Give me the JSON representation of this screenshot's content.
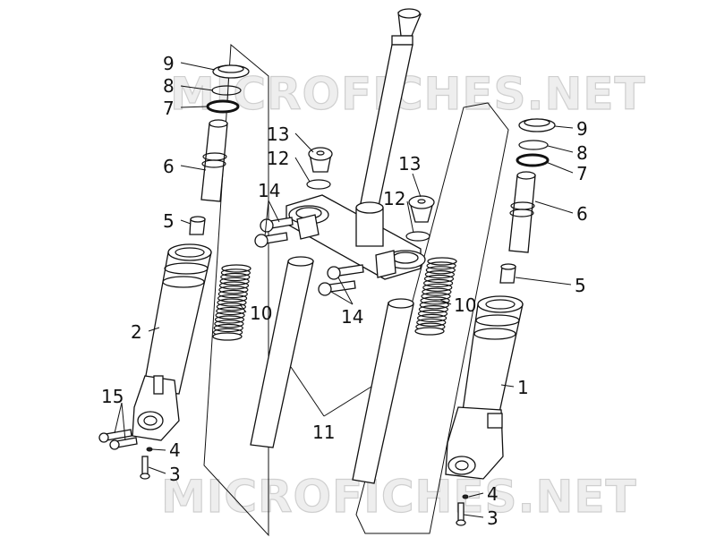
{
  "watermark": "MICROFICHES.NET",
  "callouts": [
    {
      "key": "c9l",
      "label": "9"
    },
    {
      "key": "c8l",
      "label": "8"
    },
    {
      "key": "c7l",
      "label": "7"
    },
    {
      "key": "c6l",
      "label": "6"
    },
    {
      "key": "c5l",
      "label": "5"
    },
    {
      "key": "c2",
      "label": "2"
    },
    {
      "key": "c15",
      "label": "15"
    },
    {
      "key": "c4l",
      "label": "4"
    },
    {
      "key": "c3l",
      "label": "3"
    },
    {
      "key": "c13a",
      "label": "13"
    },
    {
      "key": "c12a",
      "label": "12"
    },
    {
      "key": "c14a",
      "label": "14"
    },
    {
      "key": "c10l",
      "label": "10"
    },
    {
      "key": "c11",
      "label": "11"
    },
    {
      "key": "c13b",
      "label": "13"
    },
    {
      "key": "c12b",
      "label": "12"
    },
    {
      "key": "c14b",
      "label": "14"
    },
    {
      "key": "c10r",
      "label": "10"
    },
    {
      "key": "c9r",
      "label": "9"
    },
    {
      "key": "c8r",
      "label": "8"
    },
    {
      "key": "c7r",
      "label": "7"
    },
    {
      "key": "c6r",
      "label": "6"
    },
    {
      "key": "c5r",
      "label": "5"
    },
    {
      "key": "c1",
      "label": "1"
    },
    {
      "key": "c4r",
      "label": "4"
    },
    {
      "key": "c3r",
      "label": "3"
    }
  ]
}
